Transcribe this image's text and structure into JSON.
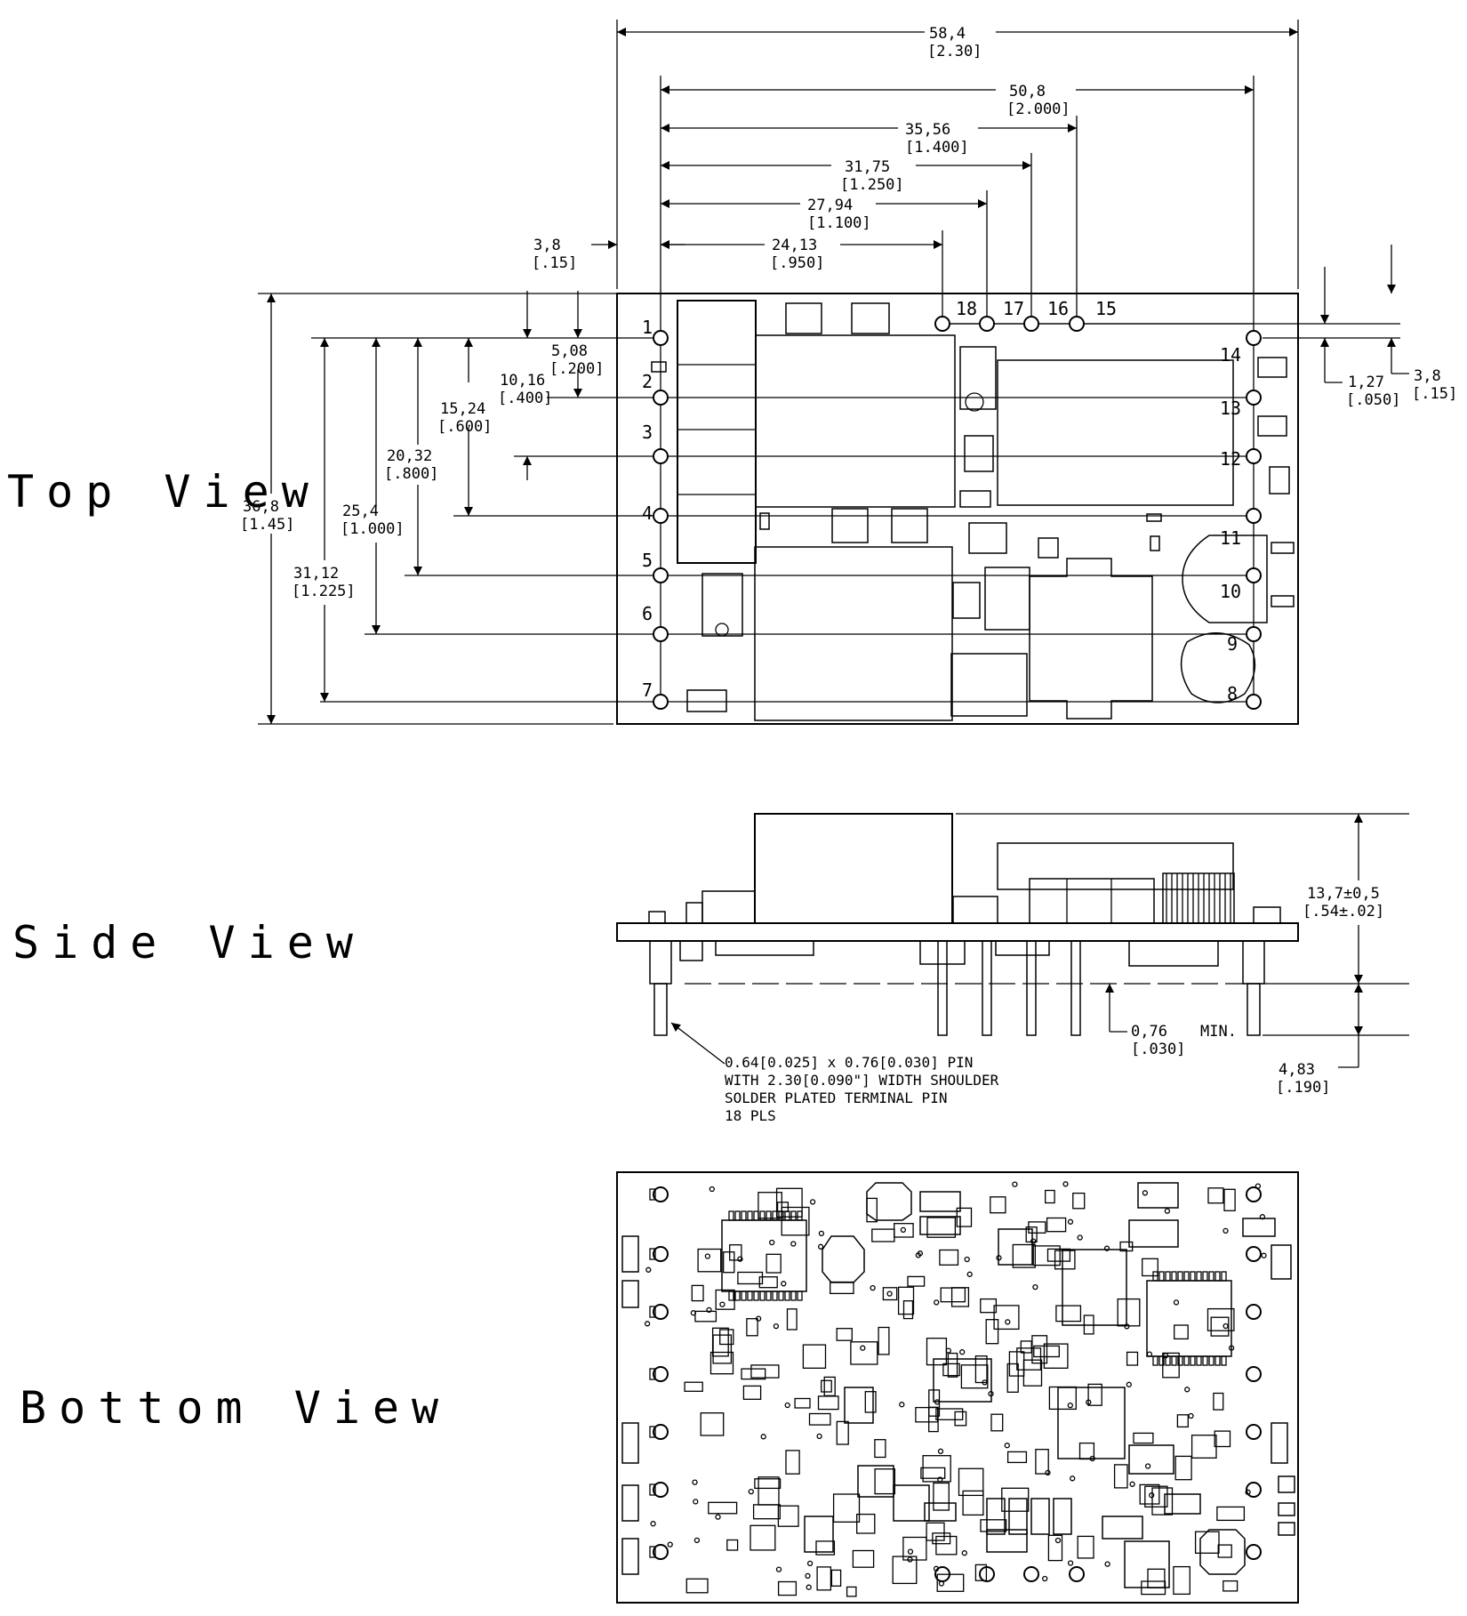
{
  "views": {
    "top": "Top View",
    "side": "Side View",
    "bottom": "Bottom View"
  },
  "top_dims": {
    "width_mm": "58,4",
    "width_in": "[2.30]",
    "w508_mm": "50,8",
    "w508_in": "[2.000]",
    "w3556_mm": "35,56",
    "w3556_in": "[1.400]",
    "w3175_mm": "31,75",
    "w3175_in": "[1.250]",
    "w2794_mm": "27,94",
    "w2794_in": "[1.100]",
    "w2413_mm": "24,13",
    "w2413_in": "[.950]",
    "edge_mm": "3,8",
    "edge_in": "[.15]",
    "height_mm": "36,8",
    "height_in": "[1.45]",
    "h3112_mm": "31,12",
    "h3112_in": "[1.225]",
    "h254_mm": "25,4",
    "h254_in": "[1.000]",
    "h2032_mm": "20,32",
    "h2032_in": "[.800]",
    "h1524_mm": "15,24",
    "h1524_in": "[.600]",
    "h1016_mm": "10,16",
    "h1016_in": "[.400]",
    "h508_mm": "5,08",
    "h508_in": "[.200]",
    "r127_mm": "1,27",
    "r127_in": "[.050]",
    "r38_mm": "3,8",
    "r38_in": "[.15]"
  },
  "pins": {
    "p1": "1",
    "p2": "2",
    "p3": "3",
    "p4": "4",
    "p5": "5",
    "p6": "6",
    "p7": "7",
    "p8": "8",
    "p9": "9",
    "p10": "10",
    "p11": "11",
    "p12": "12",
    "p13": "13",
    "p14": "14",
    "p15": "15",
    "p16": "16",
    "p17": "17",
    "p18": "18"
  },
  "side_dims": {
    "height_mm": "13,7±0,5",
    "height_in": "[.54±.02]",
    "min_mm": "0,76",
    "min_label": "MIN.",
    "min_in": "[.030]",
    "pin_mm": "4,83",
    "pin_in": "[.190]"
  },
  "pin_note": {
    "line1": "0.64[0.025] x 0.76[0.030] PIN",
    "line2": "WITH 2.30[0.090\"] WIDTH SHOULDER",
    "line3": "SOLDER PLATED TERMINAL PIN",
    "line4": "18 PLS"
  }
}
